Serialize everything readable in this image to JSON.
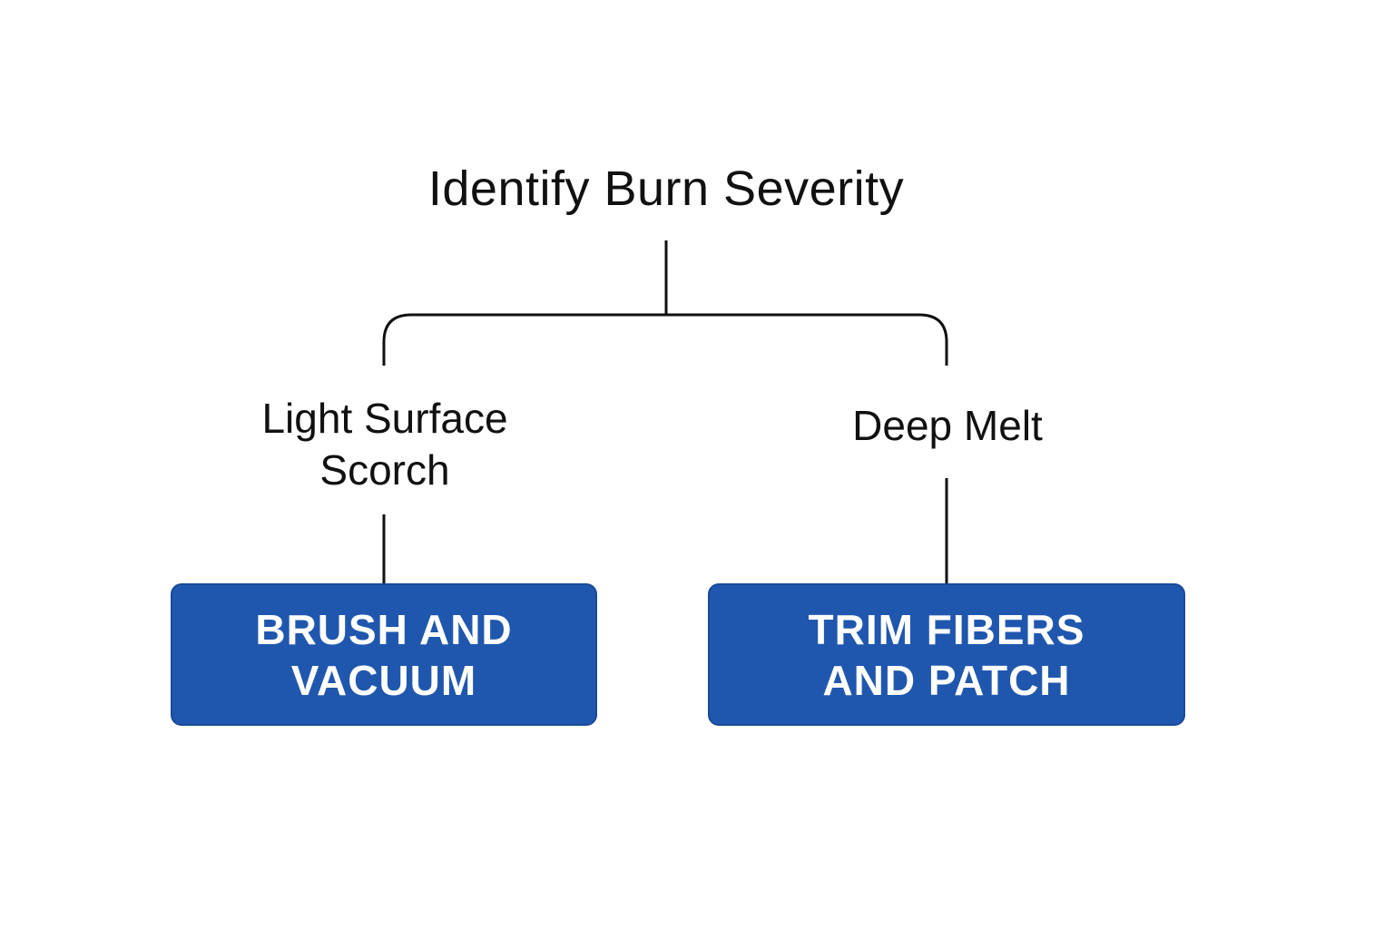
{
  "diagram": {
    "root": {
      "label": "Identify Burn Severity"
    },
    "branches": [
      {
        "condition": "Light Surface\nScorch",
        "action": "BRUSH AND\nVACUUM"
      },
      {
        "condition": "Deep Melt",
        "action": "TRIM FIBERS\nAND PATCH"
      }
    ],
    "colors": {
      "box_fill": "#2057ae",
      "box_text": "#ffffff",
      "line": "#111111",
      "text": "#111111"
    }
  }
}
